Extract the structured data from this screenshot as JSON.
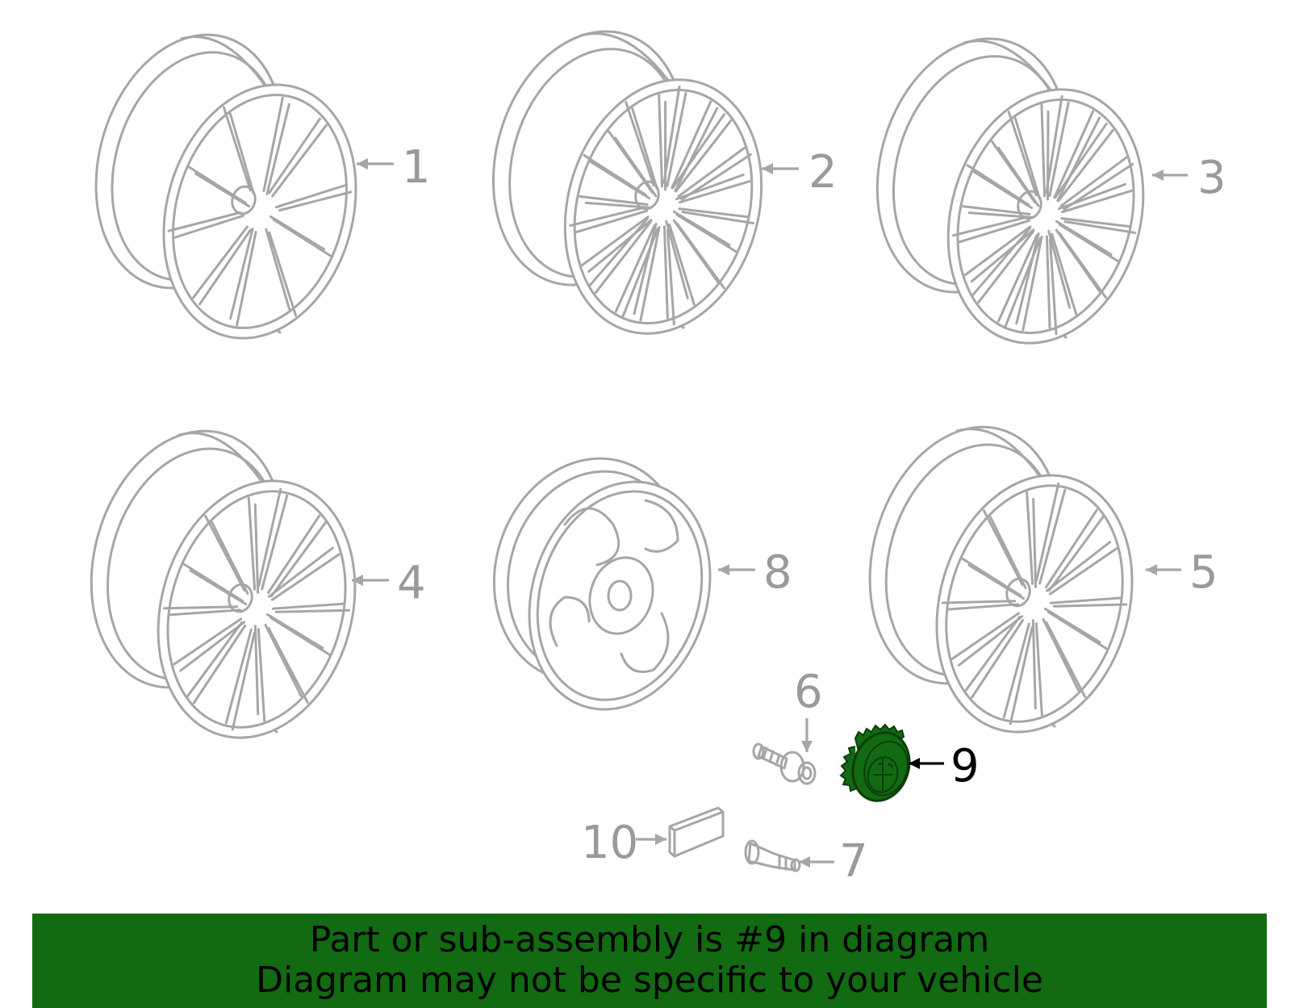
{
  "callouts": [
    {
      "id": "1",
      "label": "1",
      "part": "wheel"
    },
    {
      "id": "2",
      "label": "2",
      "part": "wheel"
    },
    {
      "id": "3",
      "label": "3",
      "part": "wheel"
    },
    {
      "id": "4",
      "label": "4",
      "part": "wheel"
    },
    {
      "id": "5",
      "label": "5",
      "part": "wheel"
    },
    {
      "id": "6",
      "label": "6",
      "part": "bolt"
    },
    {
      "id": "7",
      "label": "7",
      "part": "valve-stem"
    },
    {
      "id": "8",
      "label": "8",
      "part": "spare-wheel"
    },
    {
      "id": "9",
      "label": "9",
      "part": "center-cap",
      "highlighted": true
    },
    {
      "id": "10",
      "label": "10",
      "part": "sensor"
    }
  ],
  "banner": {
    "line1": "Part or sub-assembly is #9 in diagram",
    "line2": "Diagram may not be specific to your vehicle"
  },
  "colors": {
    "line": "#a6a6a6",
    "label": "#9a9a9a",
    "highlight_fill": "#126a12",
    "highlight_label": "#000000",
    "banner_bg": "#126a12"
  }
}
